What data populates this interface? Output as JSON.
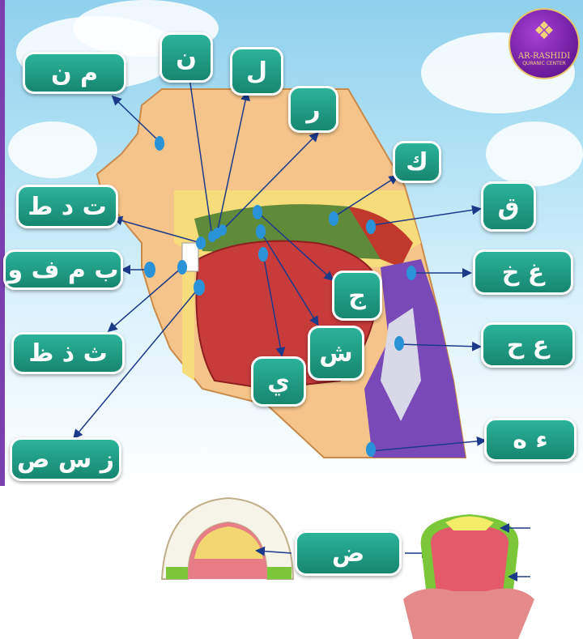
{
  "logo": {
    "name": "AR-RASHIDI",
    "subtitle": "QURANIC CENTER"
  },
  "makharij_labels": {
    "mim_nun": "م ن",
    "nun": "ن",
    "lam": "ل",
    "ra": "ر",
    "kaf": "ك",
    "qaf": "ق",
    "ta_dal_tta": "ت د ط",
    "ba_mim_fa_waw": "ب م ف و",
    "ghayn_kha": "غ خ",
    "jim": "ج",
    "ayn_ha": "ع ح",
    "tha_dhal_dha": "ث ذ ظ",
    "shin": "ش",
    "ya": "ي",
    "zay_sin_sad": "ز س ص",
    "hamza_ha": "ء ه",
    "dad": "ض"
  },
  "colors": {
    "pill": "#17866f",
    "dot": "#2a93d8",
    "arrow": "#1c3a8a",
    "logo": "#6a1b9a"
  }
}
